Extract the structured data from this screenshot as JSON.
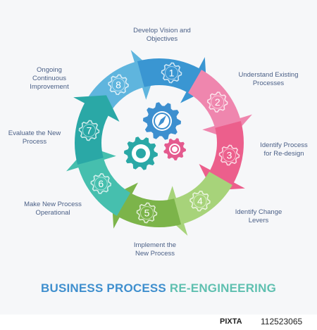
{
  "title": {
    "part1": "BUSINESS PROCESS",
    "part2": "RE-ENGINEERING"
  },
  "steps": [
    {
      "number": "1",
      "label": "Develop Vision and\nObjectives",
      "color": "#3a96d2"
    },
    {
      "number": "2",
      "label": "Understand Existing\nProcesses",
      "color": "#ef86ae"
    },
    {
      "number": "3",
      "label": "Identify Process\nfor Re-design",
      "color": "#ec5f8c"
    },
    {
      "number": "4",
      "label": "Identify Change\nLevers",
      "color": "#a7d37a"
    },
    {
      "number": "5",
      "label": "Implement the\nNew Process",
      "color": "#7cb44a"
    },
    {
      "number": "6",
      "label": "Make New Process\nOperational",
      "color": "#46bfae"
    },
    {
      "number": "7",
      "label": "Evaluate the New\nProcess",
      "color": "#2aa8a6"
    },
    {
      "number": "8",
      "label": "Ongoing\nContinuous\nImprovement",
      "color": "#5fb5de"
    }
  ],
  "center_gears": [
    {
      "icon": "gear-compass-icon",
      "color": "#3d8fcf"
    },
    {
      "icon": "gear-teal-icon",
      "color": "#2aa8a6"
    },
    {
      "icon": "gear-pink-icon",
      "color": "#e45a8e"
    }
  ],
  "watermark": {
    "logo": "PIXTA",
    "id": "112523065"
  }
}
